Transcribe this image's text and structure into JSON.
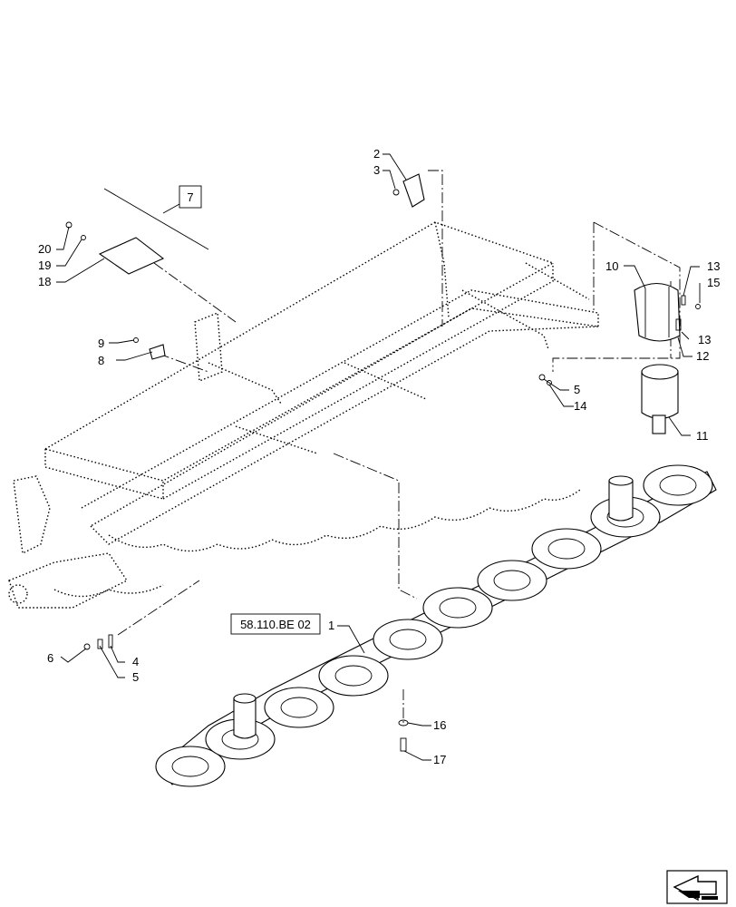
{
  "reference": {
    "section_box": "7",
    "cross_reference": "58.110.BE 02"
  },
  "callouts": [
    {
      "id": "c1",
      "text": "1"
    },
    {
      "id": "c2",
      "text": "2"
    },
    {
      "id": "c3",
      "text": "3"
    },
    {
      "id": "c4",
      "text": "4"
    },
    {
      "id": "c5a",
      "text": "5"
    },
    {
      "id": "c5b",
      "text": "5"
    },
    {
      "id": "c6",
      "text": "6"
    },
    {
      "id": "c8",
      "text": "8"
    },
    {
      "id": "c9",
      "text": "9"
    },
    {
      "id": "c10",
      "text": "10"
    },
    {
      "id": "c11",
      "text": "11"
    },
    {
      "id": "c12",
      "text": "12"
    },
    {
      "id": "c13a",
      "text": "13"
    },
    {
      "id": "c13b",
      "text": "13"
    },
    {
      "id": "c14",
      "text": "14"
    },
    {
      "id": "c15",
      "text": "15"
    },
    {
      "id": "c16",
      "text": "16"
    },
    {
      "id": "c17",
      "text": "17"
    },
    {
      "id": "c18",
      "text": "18"
    },
    {
      "id": "c19",
      "text": "19"
    },
    {
      "id": "c20",
      "text": "20"
    }
  ],
  "icons": {
    "orientation": "direction-arrow-icon"
  }
}
